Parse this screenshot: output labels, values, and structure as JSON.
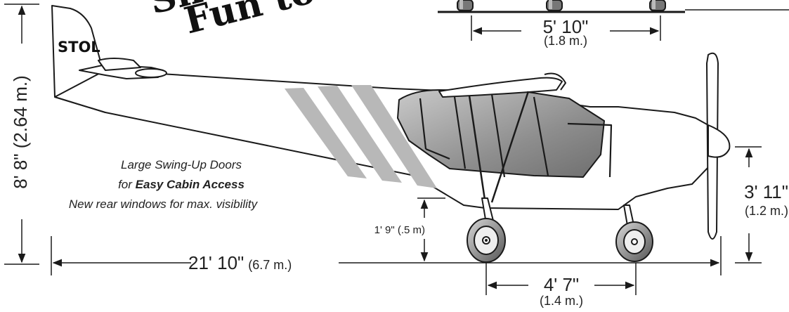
{
  "header": {
    "logo_partial_top": "Sh",
    "logo_partial_bottom": "Fun to"
  },
  "tail_badge": "STOL",
  "callouts": {
    "line1": "Large Swing-Up Doors",
    "line2_prefix": "for ",
    "line2_bold": "Easy Cabin Access",
    "line3": "New rear windows for max. visibility"
  },
  "dimensions": {
    "height": "8' 8\" (2.64 m.)",
    "length_main": "21' 10\"",
    "length_metric": "(6.7 m.)",
    "top_track_main": "5' 10\"",
    "top_track_metric": "(1.8 m.)",
    "wheelbase_main": "4' 7\"",
    "wheelbase_metric": "(1.4 m.)",
    "prop_height_main": "3' 11\"",
    "prop_height_metric": "(1.2 m.)",
    "ground_clearance": "1' 9\" (.5 m)"
  },
  "colors": {
    "ink": "#1a1a1a",
    "stripe": "#b8b8b8",
    "glass": "#9a9a9a"
  }
}
